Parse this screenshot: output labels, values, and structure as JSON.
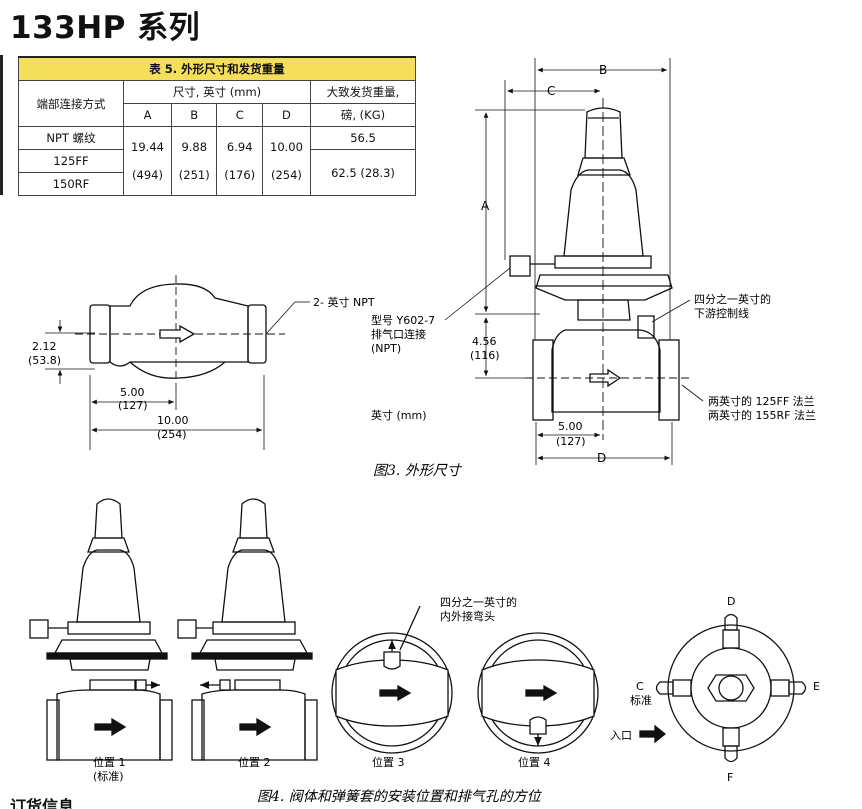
{
  "page_title": "133HP 系列",
  "table": {
    "caption": "表 5. 外形尺寸和发货重量",
    "col_end_connection": "端部连接方式",
    "col_dims": "尺寸, 英寸 (mm)",
    "col_weight_1": "大致发货重量,",
    "col_weight_2": "磅, (KG)",
    "dim_cols": [
      "A",
      "B",
      "C",
      "D"
    ],
    "rows": [
      {
        "type": "NPT 螺纹"
      },
      {
        "type": "125FF"
      },
      {
        "type": "150RF"
      }
    ],
    "dims_in": [
      "19.44",
      "9.88",
      "6.94",
      "10.00"
    ],
    "dims_mm": [
      "(494)",
      "(251)",
      "(176)",
      "(254)"
    ],
    "weight_npt": "56.5",
    "weight_flange": "62.5 (28.3)"
  },
  "fig3": {
    "caption": "图3. 外形尺寸",
    "labels": {
      "npt2": "2- 英寸 NPT",
      "h_in": "2.12",
      "h_mm": "(53.8)",
      "half_in": "5.00",
      "half_mm": "(127)",
      "len_in": "10.00",
      "len_mm": "(254)",
      "B": "B",
      "C": "C",
      "A": "A",
      "D": "D",
      "vent_1": "型号 Y602-7",
      "vent_2": "排气口连接",
      "vent_3": "(NPT)",
      "ctrl_1": "四分之一英寸的",
      "ctrl_2": "下游控制线",
      "flg_1": "两英寸的 125FF 法兰",
      "flg_2": "两英寸的 155RF 法兰",
      "units": "英寸 (mm)",
      "h2_in": "4.56",
      "h2_mm": "(116)",
      "half2_in": "5.00",
      "half2_mm": "(127)"
    }
  },
  "fig4": {
    "caption": "图4. 阀体和弹簧套的安装位置和排气孔的方位",
    "pos1_1": "位置 1",
    "pos1_2": "(标准)",
    "pos2": "位置 2",
    "pos3": "位置 3",
    "pos4": "位置 4",
    "elbow_1": "四分之一英寸的",
    "elbow_2": "内外接弯头",
    "inlet": "入口",
    "c_label": "C",
    "c_std": "标准",
    "d_label": "D",
    "e_label": "E",
    "f_label": "F"
  },
  "footer_partial": "订货信息"
}
